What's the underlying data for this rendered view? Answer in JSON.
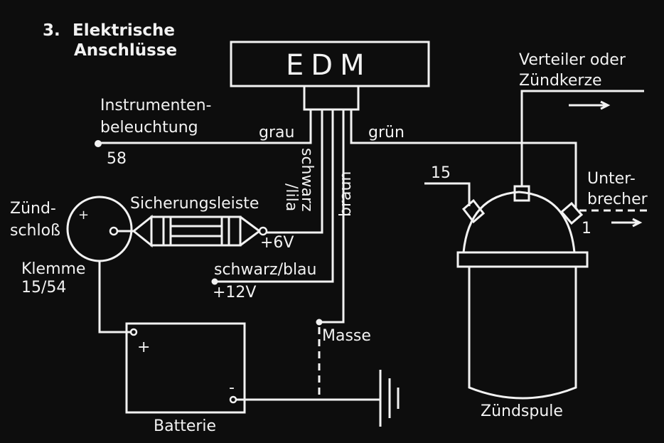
{
  "heading": {
    "number": "3.",
    "line1": "Elektrische",
    "line2": "Anschlüsse"
  },
  "edm": {
    "label": "EDM"
  },
  "labels": {
    "instrumenten_line1": "Instrumenten-",
    "instrumenten_line2": "beleuchtung",
    "terminal_58": "58",
    "grau": "grau",
    "gruen": "grün",
    "schwarz_lila_line1": "schwarz",
    "schwarz_lila_line2": "/lila",
    "braun": "braun",
    "sicherungsleiste": "Sicherungsleiste",
    "plus_6v": "+6V",
    "schwarz_blau": "schwarz/blau",
    "plus_12v": "+12V",
    "masse": "Masse",
    "zuendschloss_line1": "Zünd-",
    "zuendschloss_line2": "schloß",
    "klemme_line1": "Klemme",
    "klemme_line2": "15/54",
    "plus_sign": "+",
    "minus_sign": "-",
    "batterie": "Batterie",
    "verteiler_line1": "Verteiler oder",
    "verteiler_line2": "Zündkerze",
    "terminal_15": "15",
    "unterbrecher_line1": "Unter-",
    "unterbrecher_line2": "brecher",
    "terminal_1": "1",
    "zuendspule": "Zündspule"
  }
}
